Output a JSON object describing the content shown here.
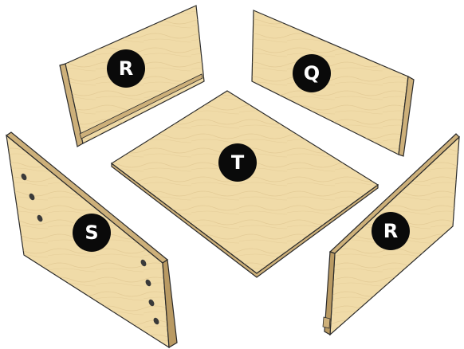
{
  "colors": {
    "panel_face": "#F0DBA8",
    "panel_face_dark": "#E5CC92",
    "panel_edge": "#CDB07A",
    "panel_edge_dark": "#B99A63",
    "outline": "#2A2A2A",
    "grain": "#D8BD86",
    "hole": "#3A3A3A",
    "badge_fill": "#0A0A0A",
    "badge_text": "#FFFFFF"
  },
  "panels": {
    "back_left": {
      "label": "R"
    },
    "back_right": {
      "label": "Q"
    },
    "bottom": {
      "label": "T"
    },
    "front_left": {
      "label": "S"
    },
    "front_right": {
      "label": "R"
    }
  }
}
